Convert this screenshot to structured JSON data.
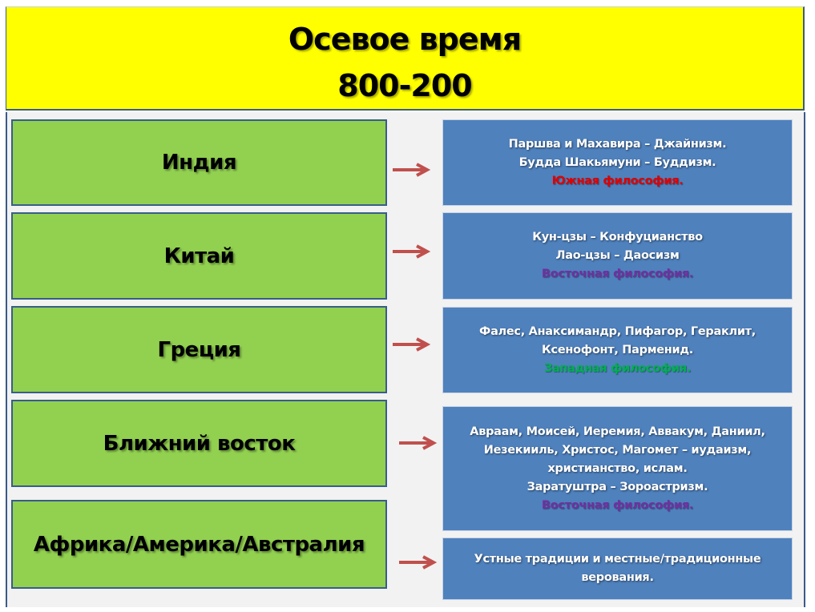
{
  "title": {
    "line1": "Осевое время",
    "line2": "800-200"
  },
  "colors": {
    "header_bg": "#ffff00",
    "region_bg": "#92d050",
    "detail_bg": "#4f81bd",
    "arrow": "#c0504d",
    "south_accent": "#e00000",
    "east_accent": "#7030a0",
    "west_accent": "#00b050"
  },
  "rows": [
    {
      "region": "Индия",
      "details": [
        "Паршва и Махавира – Джайнизм.",
        "Будда Шакьямуни – Буддизм."
      ],
      "accent": "Южная философия.",
      "accent_color": "#e00000"
    },
    {
      "region": "Китай",
      "details": [
        "Кун-цзы – Конфуцианство",
        "Лао-цзы – Даосизм"
      ],
      "accent": "Восточная философия.",
      "accent_color": "#7030a0"
    },
    {
      "region": "Греция",
      "details": [
        "Фалес, Анаксимандр, Пифагор, Гераклит,",
        "Ксенофонт, Парменид."
      ],
      "accent": "Западная философия.",
      "accent_color": "#00b050"
    },
    {
      "region": "Ближний восток",
      "details": [
        "Авраам, Моисей, Иеремия, Аввакум, Даниил,",
        "Иезекииль, Христос, Магомет – иудаизм,",
        "христианство, ислам.",
        "Заратуштра – Зороастризм."
      ],
      "accent": "Восточная философия.",
      "accent_color": "#7030a0"
    },
    {
      "region": "Африка/Америка/Австралия",
      "details": [
        "Устные традиции и местные/традиционные",
        "верования."
      ],
      "accent": null,
      "accent_color": null
    }
  ]
}
